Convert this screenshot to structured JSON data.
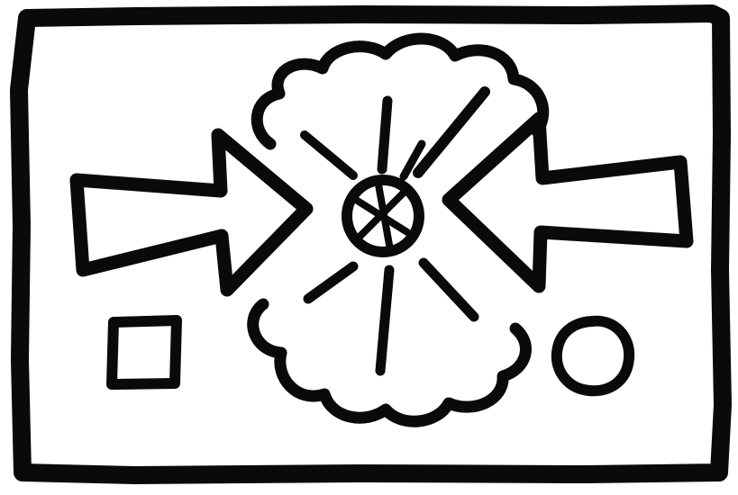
{
  "colors": {
    "background": "#ffffff",
    "ink": "#0a0a0a"
  },
  "shapes": [
    {
      "name": "frame",
      "kind": "rectangle"
    },
    {
      "name": "arrow-left",
      "kind": "arrow",
      "direction": "right"
    },
    {
      "name": "arrow-right",
      "kind": "arrow",
      "direction": "left"
    },
    {
      "name": "collision-cloud",
      "kind": "cloud"
    },
    {
      "name": "impact-center",
      "kind": "circle"
    },
    {
      "name": "square-shape",
      "kind": "square"
    },
    {
      "name": "circle-shape",
      "kind": "circle"
    }
  ]
}
